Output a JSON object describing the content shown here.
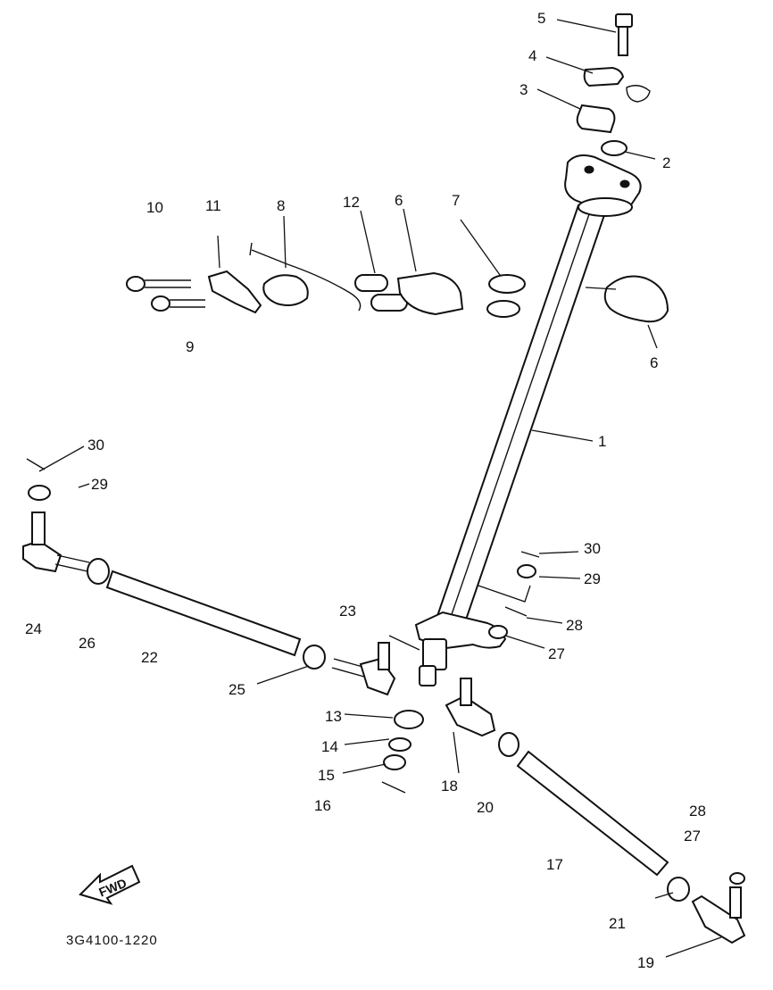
{
  "diagram": {
    "drawing_code": "3G4100-1220",
    "fwd_label": "FWD",
    "callouts": [
      {
        "id": "c1",
        "text": "1"
      },
      {
        "id": "c2",
        "text": "2"
      },
      {
        "id": "c3",
        "text": "3"
      },
      {
        "id": "c4",
        "text": "4"
      },
      {
        "id": "c5",
        "text": "5"
      },
      {
        "id": "c6a",
        "text": "6"
      },
      {
        "id": "c6b",
        "text": "6"
      },
      {
        "id": "c7",
        "text": "7"
      },
      {
        "id": "c8",
        "text": "8"
      },
      {
        "id": "c9",
        "text": "9"
      },
      {
        "id": "c10",
        "text": "10"
      },
      {
        "id": "c11",
        "text": "11"
      },
      {
        "id": "c12",
        "text": "12"
      },
      {
        "id": "c13",
        "text": "13"
      },
      {
        "id": "c14",
        "text": "14"
      },
      {
        "id": "c15",
        "text": "15"
      },
      {
        "id": "c16",
        "text": "16"
      },
      {
        "id": "c17",
        "text": "17"
      },
      {
        "id": "c18",
        "text": "18"
      },
      {
        "id": "c19",
        "text": "19"
      },
      {
        "id": "c20",
        "text": "20"
      },
      {
        "id": "c21",
        "text": "21"
      },
      {
        "id": "c22",
        "text": "22"
      },
      {
        "id": "c23",
        "text": "23"
      },
      {
        "id": "c24",
        "text": "24"
      },
      {
        "id": "c25",
        "text": "25"
      },
      {
        "id": "c26",
        "text": "26"
      },
      {
        "id": "c27a",
        "text": "27"
      },
      {
        "id": "c27b",
        "text": "27"
      },
      {
        "id": "c28a",
        "text": "28"
      },
      {
        "id": "c28b",
        "text": "28"
      },
      {
        "id": "c29a",
        "text": "29"
      },
      {
        "id": "c29b",
        "text": "29"
      },
      {
        "id": "c30a",
        "text": "30"
      },
      {
        "id": "c30b",
        "text": "30"
      }
    ]
  }
}
